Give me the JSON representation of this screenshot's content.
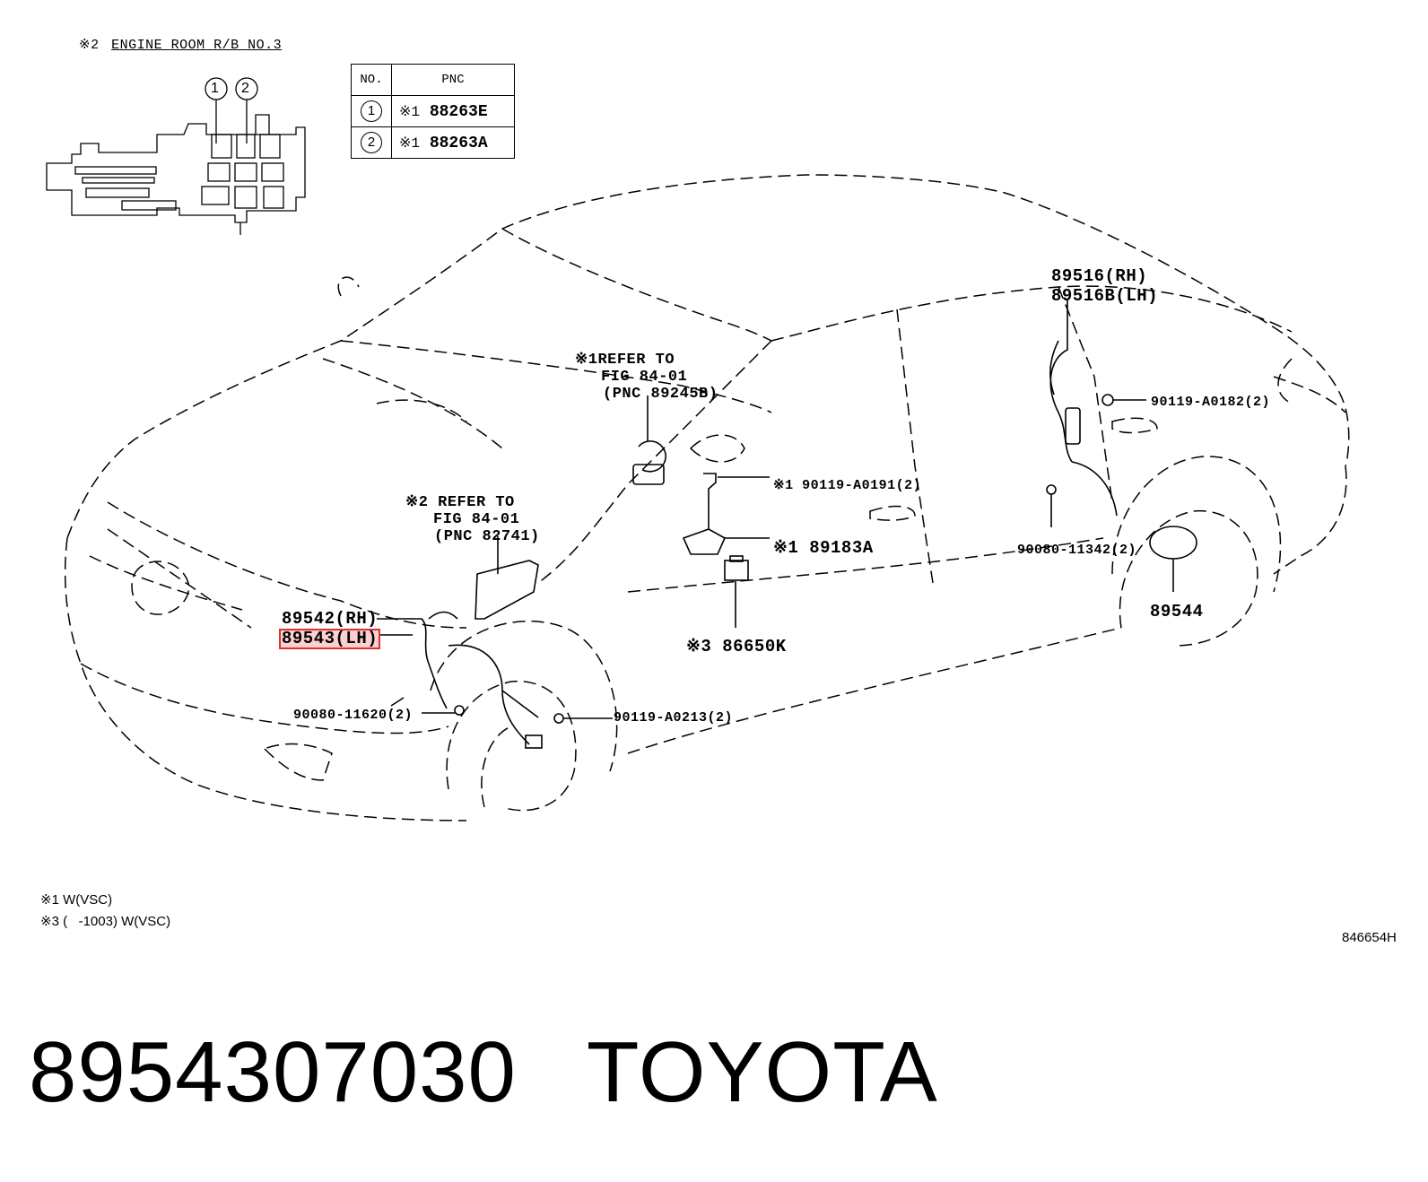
{
  "header_note": {
    "mark": "※2",
    "text": "ENGINE ROOM R/B NO.3"
  },
  "table": {
    "col_no": "NO.",
    "col_pnc": "PNC",
    "rows": [
      {
        "no": "1",
        "mark": "※1",
        "pnc": "88263E"
      },
      {
        "no": "2",
        "mark": "※1",
        "pnc": "88263A"
      }
    ]
  },
  "callouts": {
    "c1": "1",
    "c2": "2",
    "ref1": {
      "line1": "※1REFER TO",
      "line2": "FIG 84-01",
      "line3": "(PNC 89245B)"
    },
    "ref2": {
      "line1": "※2 REFER TO",
      "line2": "FIG 84-01",
      "line3": "(PNC 82741)"
    },
    "p89516rh": "89516(RH)",
    "p89516blh": "89516B(LH)",
    "p90119a0182": "90119-A0182(2)",
    "p90119a0191": "※1 90119-A0191(2)",
    "p89183a": "※1 89183A",
    "p90080_11342": "90080-11342(2)",
    "p89544": "89544",
    "p86650k": "※3 86650K",
    "p89542rh": "89542(RH)",
    "p89543lh": "89543(LH)",
    "p90080_11620": "90080-11620(2)",
    "p90119a0213": "90119-A0213(2)"
  },
  "legend": {
    "note1": "※1 W(VSC)",
    "note3": "※3 (   -1003) W(VSC)"
  },
  "figure_code": "846654H",
  "footer": {
    "part_number": "8954307030",
    "brand": "TOYOTA"
  },
  "colors": {
    "line": "#000000",
    "highlight": "#e03030"
  }
}
